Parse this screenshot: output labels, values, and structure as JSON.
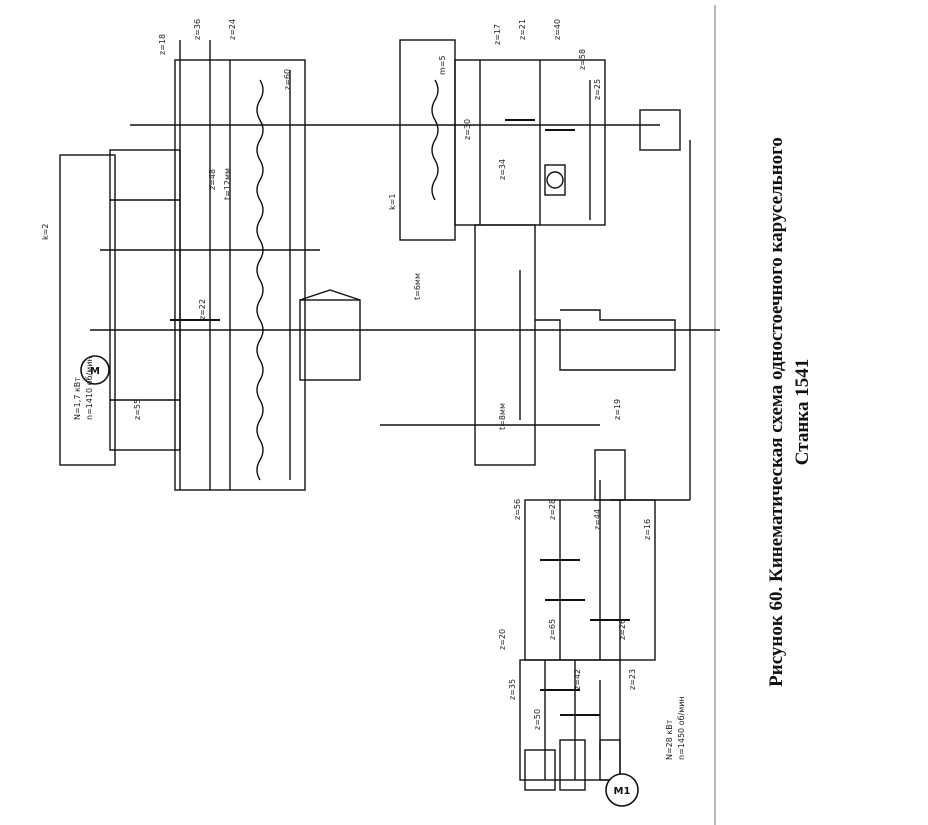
{
  "caption": {
    "line1": "Рисунок 60. Кинематическая схема одностоечного карусельного",
    "line2": "Станка 1541"
  },
  "motors": [
    {
      "id": "upper",
      "label": "М"
    },
    {
      "id": "lower",
      "label": "М1"
    }
  ],
  "motor_notes": {
    "upper": [
      "N=1,7 кВт",
      "n=1410 об/мин"
    ],
    "lower": [
      "N=28 кВт",
      "n=1450 об/мин"
    ]
  },
  "gear_labels": [
    "z=18",
    "z=36",
    "z=24",
    "z=60",
    "z=22",
    "z=55",
    "z=48",
    "z=17",
    "z=21",
    "z=40",
    "z=58",
    "z=25",
    "z=30",
    "z=34",
    "z=56",
    "z=28",
    "z=44",
    "z=19",
    "z=20",
    "z=65",
    "z=26",
    "z=35",
    "z=50",
    "z=42",
    "z=23",
    "z=16"
  ],
  "misc_labels": [
    "t=6мм",
    "t=12мм",
    "k=2",
    "m=5",
    "t=8мм",
    "k=1"
  ]
}
